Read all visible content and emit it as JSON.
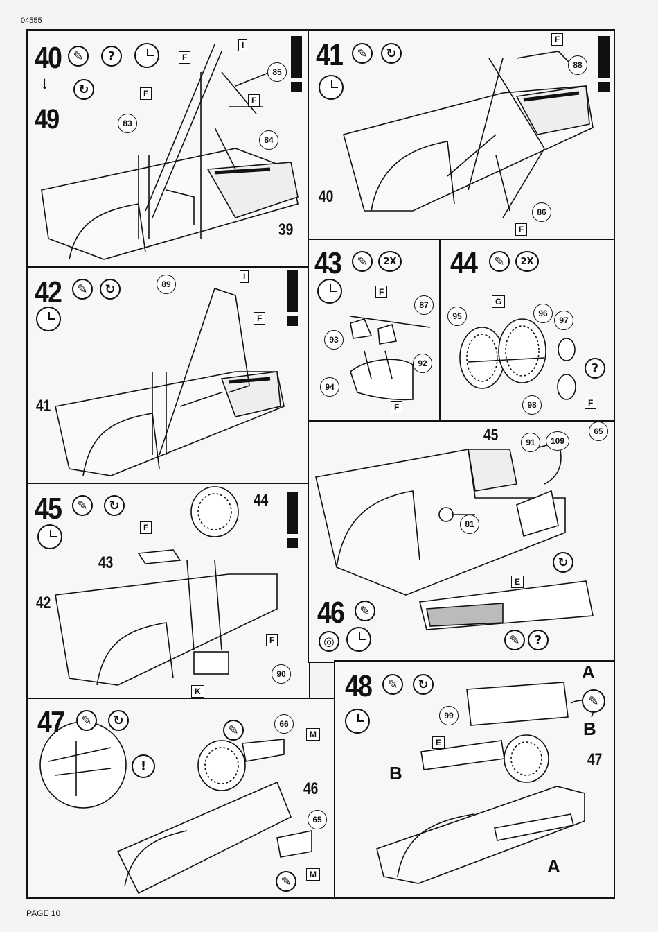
{
  "header": {
    "code": "04555"
  },
  "footer": {
    "page": "PAGE 10"
  },
  "steps": {
    "s40": {
      "num": "40",
      "arrow_to": "49",
      "callouts": [
        "83",
        "84",
        "85"
      ],
      "part_ref": "39",
      "tags": [
        "F",
        "F",
        "F",
        "I"
      ]
    },
    "s41": {
      "num": "41",
      "callouts": [
        "88",
        "86"
      ],
      "part_ref": "40",
      "tags": [
        "F",
        "F"
      ]
    },
    "s42": {
      "num": "42",
      "callouts": [
        "89"
      ],
      "part_ref": "41",
      "tags": [
        "I",
        "F"
      ]
    },
    "s43": {
      "num": "43",
      "mult": "2X",
      "callouts": [
        "87",
        "93",
        "92",
        "94"
      ],
      "tags": [
        "F",
        "F"
      ]
    },
    "s44": {
      "num": "44",
      "mult": "2X",
      "callouts": [
        "95",
        "96",
        "97",
        "98"
      ],
      "tags": [
        "G",
        "F"
      ]
    },
    "s45": {
      "num": "45",
      "part_refs": [
        "44",
        "43",
        "42"
      ],
      "callouts": [
        "90"
      ],
      "tags": [
        "F",
        "F",
        "K"
      ]
    },
    "s46": {
      "num": "46",
      "part_ref": "45",
      "callouts": [
        "91",
        "109",
        "65",
        "81"
      ],
      "tags": [
        "E"
      ]
    },
    "s47": {
      "num": "47",
      "part_ref": "46",
      "callouts": [
        "66",
        "65"
      ],
      "tags": [
        "M",
        "M"
      ]
    },
    "s48": {
      "num": "48",
      "part_ref": "47",
      "callouts": [
        "99"
      ],
      "tags": [
        "E"
      ],
      "letters": [
        "A",
        "B",
        "B",
        "A"
      ]
    }
  },
  "symbols": {
    "question": "?",
    "exclaim": "!"
  }
}
